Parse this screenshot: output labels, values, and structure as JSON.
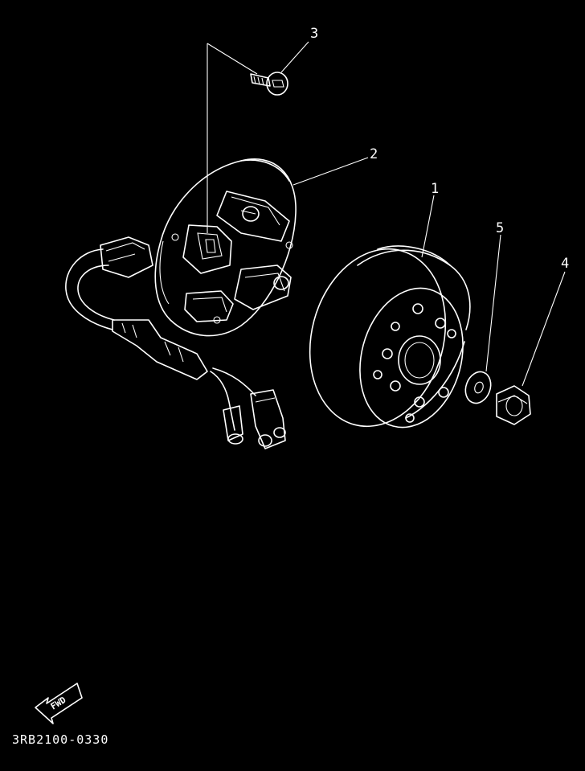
{
  "diagram": {
    "parts": [
      {
        "id": "part-1",
        "label": "1"
      },
      {
        "id": "part-2",
        "label": "2"
      },
      {
        "id": "part-3",
        "label": "3"
      },
      {
        "id": "part-4",
        "label": "4"
      },
      {
        "id": "part-5",
        "label": "5"
      }
    ],
    "direction_label": "FWD",
    "drawing_code": "3RB2100-0330"
  },
  "colors": {
    "background": "#000000",
    "line": "#ffffff"
  }
}
